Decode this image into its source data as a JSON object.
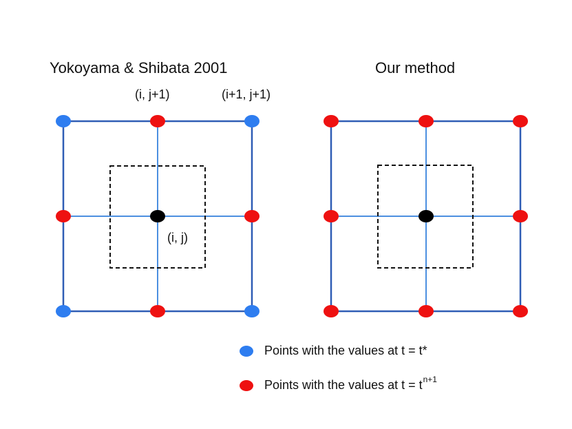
{
  "left_panel": {
    "title": "Yokoyama & Shibata 2001",
    "coord_top_mid": "(i, j+1)",
    "coord_top_right": "(i+1, j+1)",
    "coord_center": "(i, j)",
    "node_colors": {
      "corners": "#2e7df0",
      "edge_midpoints": "#ee1111",
      "center": "#000000"
    }
  },
  "right_panel": {
    "title": "Our method",
    "node_colors": {
      "corners": "#ee1111",
      "edge_midpoints": "#ee1111",
      "center": "#000000"
    }
  },
  "colors": {
    "outer_grid": "#2f5db5",
    "inner_grid": "#4b8fe0",
    "dashed_box": "#111111",
    "blue_point": "#2e7df0",
    "red_point": "#ee1111"
  },
  "legend": {
    "blue_label_prefix": "Points with the values at t = t*",
    "red_label_prefix": "Points with the values at t = t",
    "red_label_sup": "n+1"
  }
}
